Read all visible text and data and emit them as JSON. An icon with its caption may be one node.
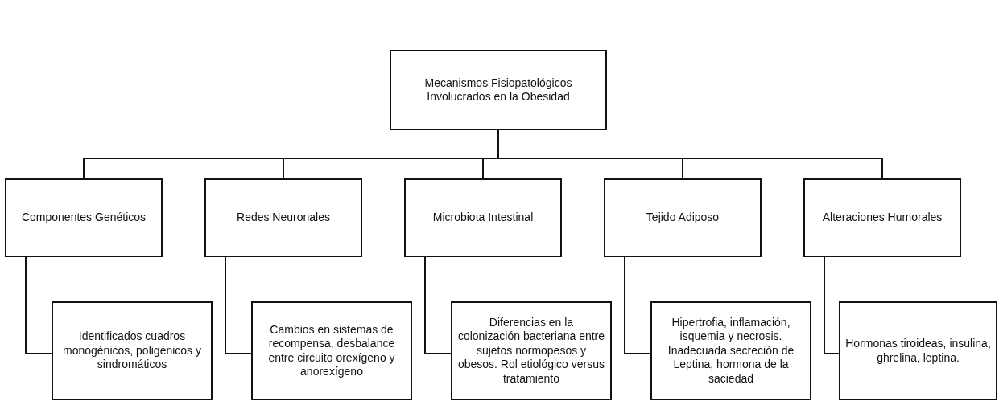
{
  "diagram": {
    "nodes": [
      {
        "text": [
          "Mecanismos Fisiopatológicos Involucrados en la Obesidad"
        ]
      },
      {
        "text": [
          "Componentes Genéticos"
        ]
      },
      {
        "text": [
          "Redes Neuronales"
        ]
      },
      {
        "text": [
          "Microbiota Intestinal"
        ]
      },
      {
        "text": [
          "Tejido Adiposo"
        ]
      },
      {
        "text": [
          "Alteraciones Humorales"
        ]
      },
      {
        "text": [
          "Identificados cuadros monogénicos, poligénicos y sindromáticos"
        ]
      },
      {
        "text": [
          "Cambios en sistemas de recompensa, desbalance entre circuito orexígeno y anorexígeno"
        ]
      },
      {
        "text": [
          "Diferencias en la colonización bacteriana entre sujetos normopesos y obesos. Rol etiológico versus tratamiento"
        ]
      },
      {
        "text": [
          "Hipertrofia, inflamación, isquemia y necrosis. Inadecuada secreción de Leptina, hormona de la saciedad"
        ]
      },
      {
        "text": [
          "Hormonas tiroideas, insulina, ghrelina, leptina."
        ]
      }
    ],
    "edges": [
      {
        "from": 0,
        "to": 1,
        "arrow": "none"
      },
      {
        "from": 0,
        "to": 2,
        "arrow": "none"
      },
      {
        "from": 0,
        "to": 3,
        "arrow": "none"
      },
      {
        "from": 0,
        "to": 4,
        "arrow": "none"
      },
      {
        "from": 0,
        "to": 5,
        "arrow": "none"
      },
      {
        "from": 1,
        "to": 6,
        "arrow": "none"
      },
      {
        "from": 2,
        "to": 7,
        "arrow": "none"
      },
      {
        "from": 3,
        "to": 8,
        "arrow": "none"
      },
      {
        "from": 4,
        "to": 9,
        "arrow": "none"
      },
      {
        "from": 5,
        "to": 10,
        "arrow": "none"
      }
    ]
  }
}
